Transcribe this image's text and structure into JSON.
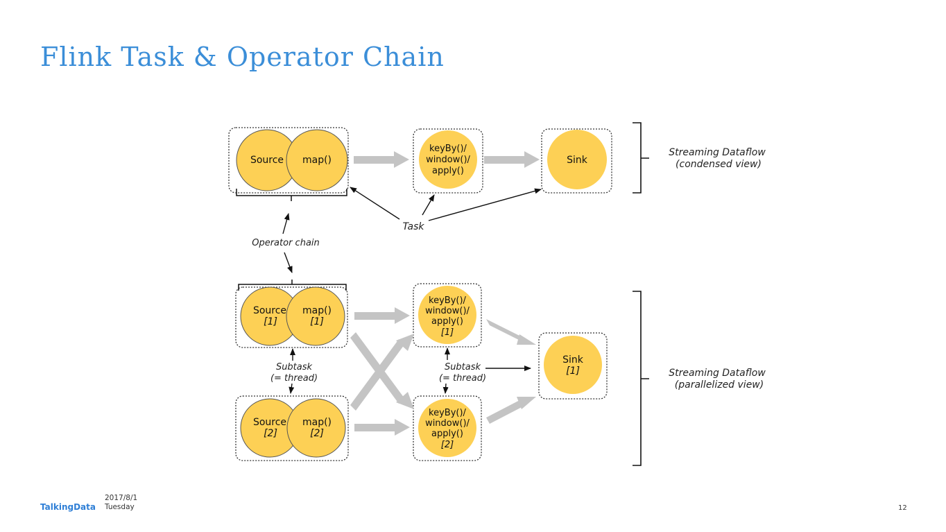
{
  "slide": {
    "title": "Flink Task & Operator Chain",
    "page_number": "12"
  },
  "footer": {
    "logo": "TalkingData",
    "date": "2017/8/1",
    "weekday": "Tuesday"
  },
  "diagram": {
    "condensed": {
      "source": "Source",
      "map": "map()",
      "keyby": [
        "keyBy()/",
        "window()/",
        "apply()"
      ],
      "sink": "Sink",
      "brace_label": [
        "Streaming Dataflow",
        "(condensed view)"
      ]
    },
    "task_label": "Task",
    "operator_chain_label": "Operator chain",
    "parallel": {
      "source1": [
        "Source",
        "[1]"
      ],
      "map1": [
        "map()",
        "[1]"
      ],
      "keyby1": [
        "keyBy()/",
        "window()/",
        "apply()",
        "[1]"
      ],
      "source2": [
        "Source",
        "[2]"
      ],
      "map2": [
        "map()",
        "[2]"
      ],
      "keyby2": [
        "keyBy()/",
        "window()/",
        "apply()",
        "[2]"
      ],
      "sink1": [
        "Sink",
        "[1]"
      ],
      "brace_label": [
        "Streaming Dataflow",
        "(parallelized view)"
      ]
    },
    "subtask_label": [
      "Subtask",
      "(= thread)"
    ],
    "colors": {
      "circle_fill": "#fdd055",
      "circle_stroke": "#555555",
      "flow_arrow": "#c4c4c4",
      "ink": "#111111"
    }
  }
}
